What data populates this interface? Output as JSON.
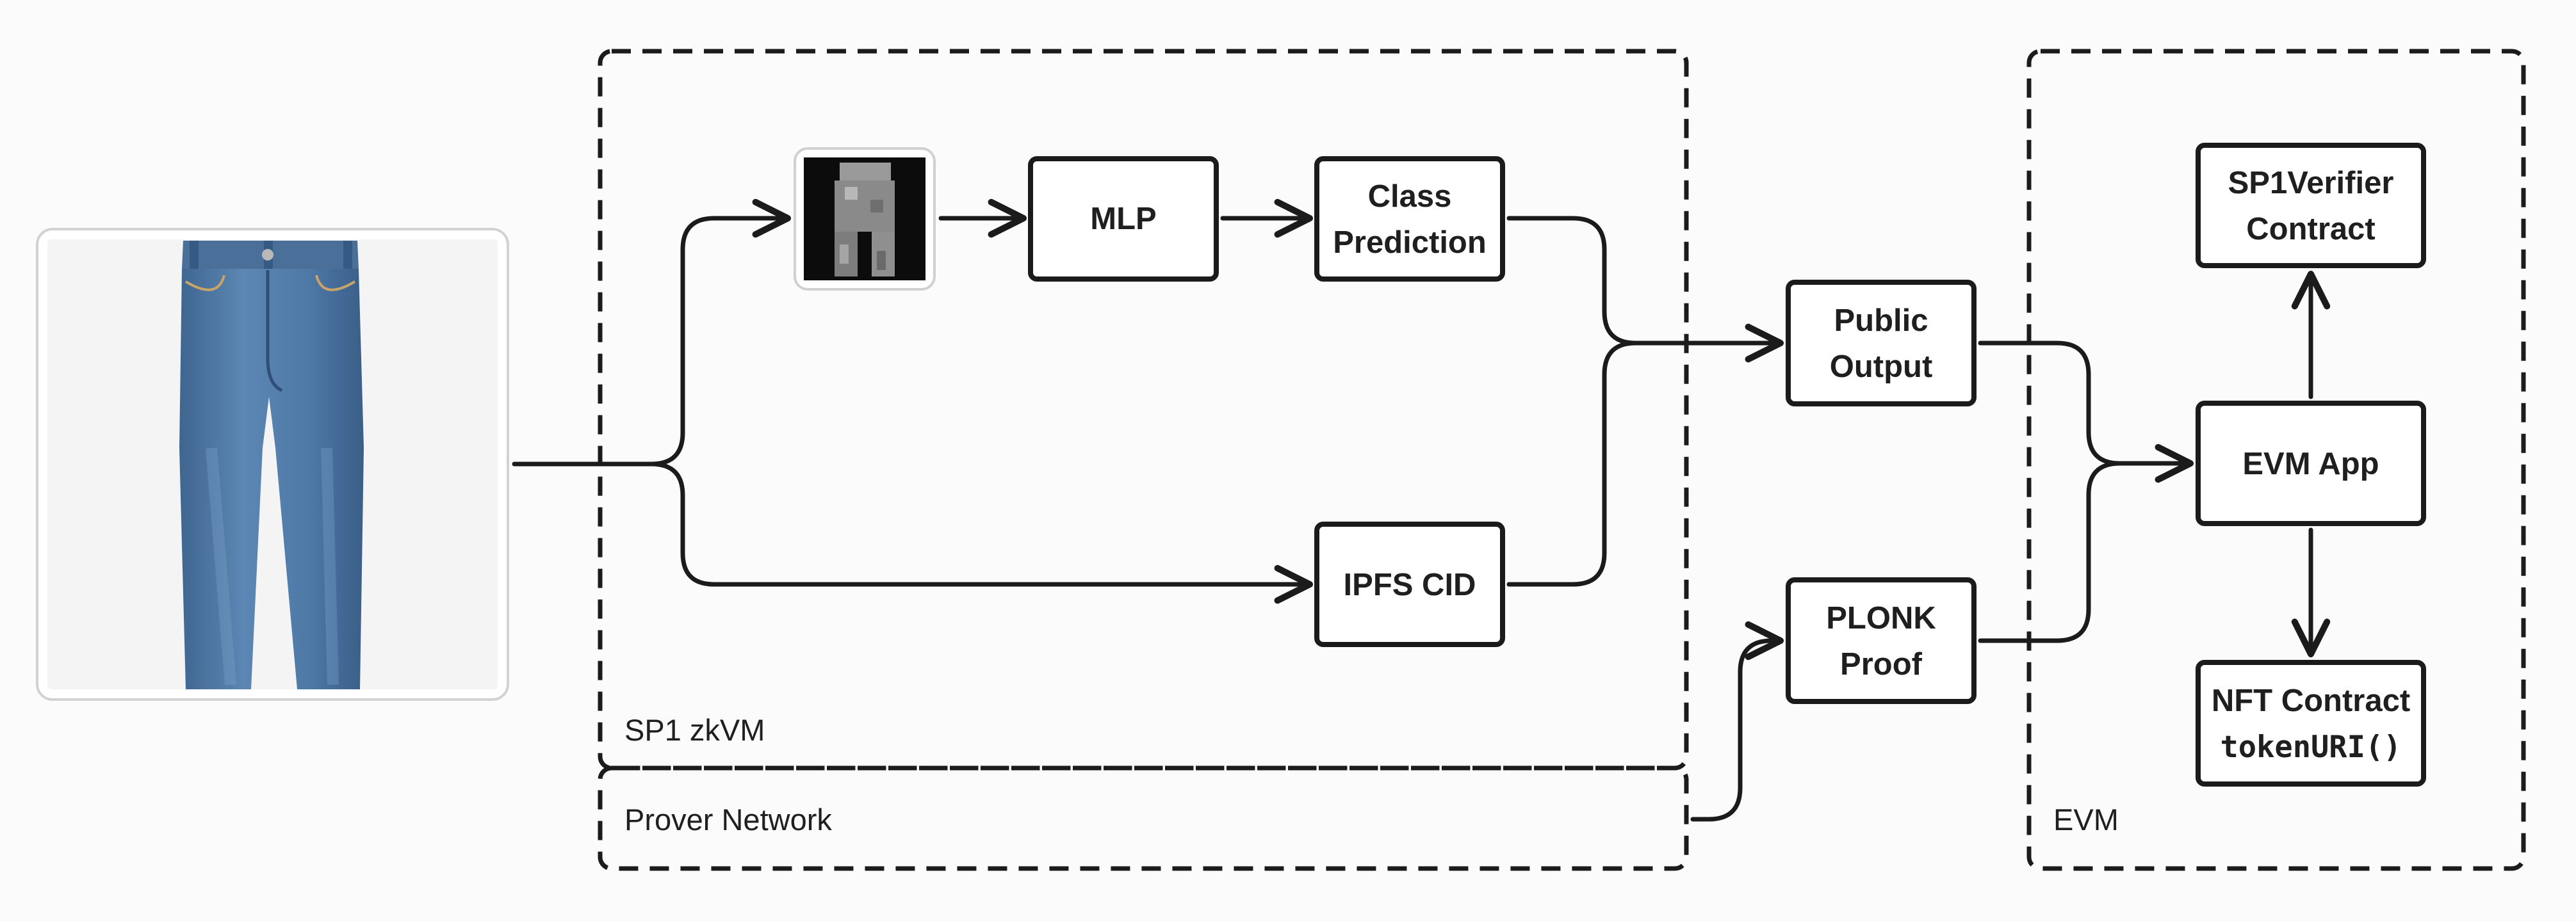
{
  "regions": {
    "sp1_zkvm": "SP1 zkVM",
    "prover_network": "Prover Network",
    "evm": "EVM"
  },
  "nodes": {
    "mlp": "MLP",
    "class_prediction": [
      "Class",
      "Prediction"
    ],
    "ipfs_cid": "IPFS CID",
    "public_output": [
      "Public",
      "Output"
    ],
    "plonk_proof": [
      "PLONK",
      "Proof"
    ],
    "sp1verifier_contract": [
      "SP1Verifier",
      "Contract"
    ],
    "evm_app": "EVM App",
    "nft_contract": [
      "NFT Contract",
      "tokenURI()"
    ]
  },
  "images": {
    "input_image": "jeans-photo",
    "grayscale_thumbnail": "pixelated-grayscale-trousers"
  },
  "colors": {
    "ink": "#1b1b1b",
    "background": "#fbfbfb",
    "denim": "#4f78a6",
    "denim_dark": "#2f4f78"
  }
}
